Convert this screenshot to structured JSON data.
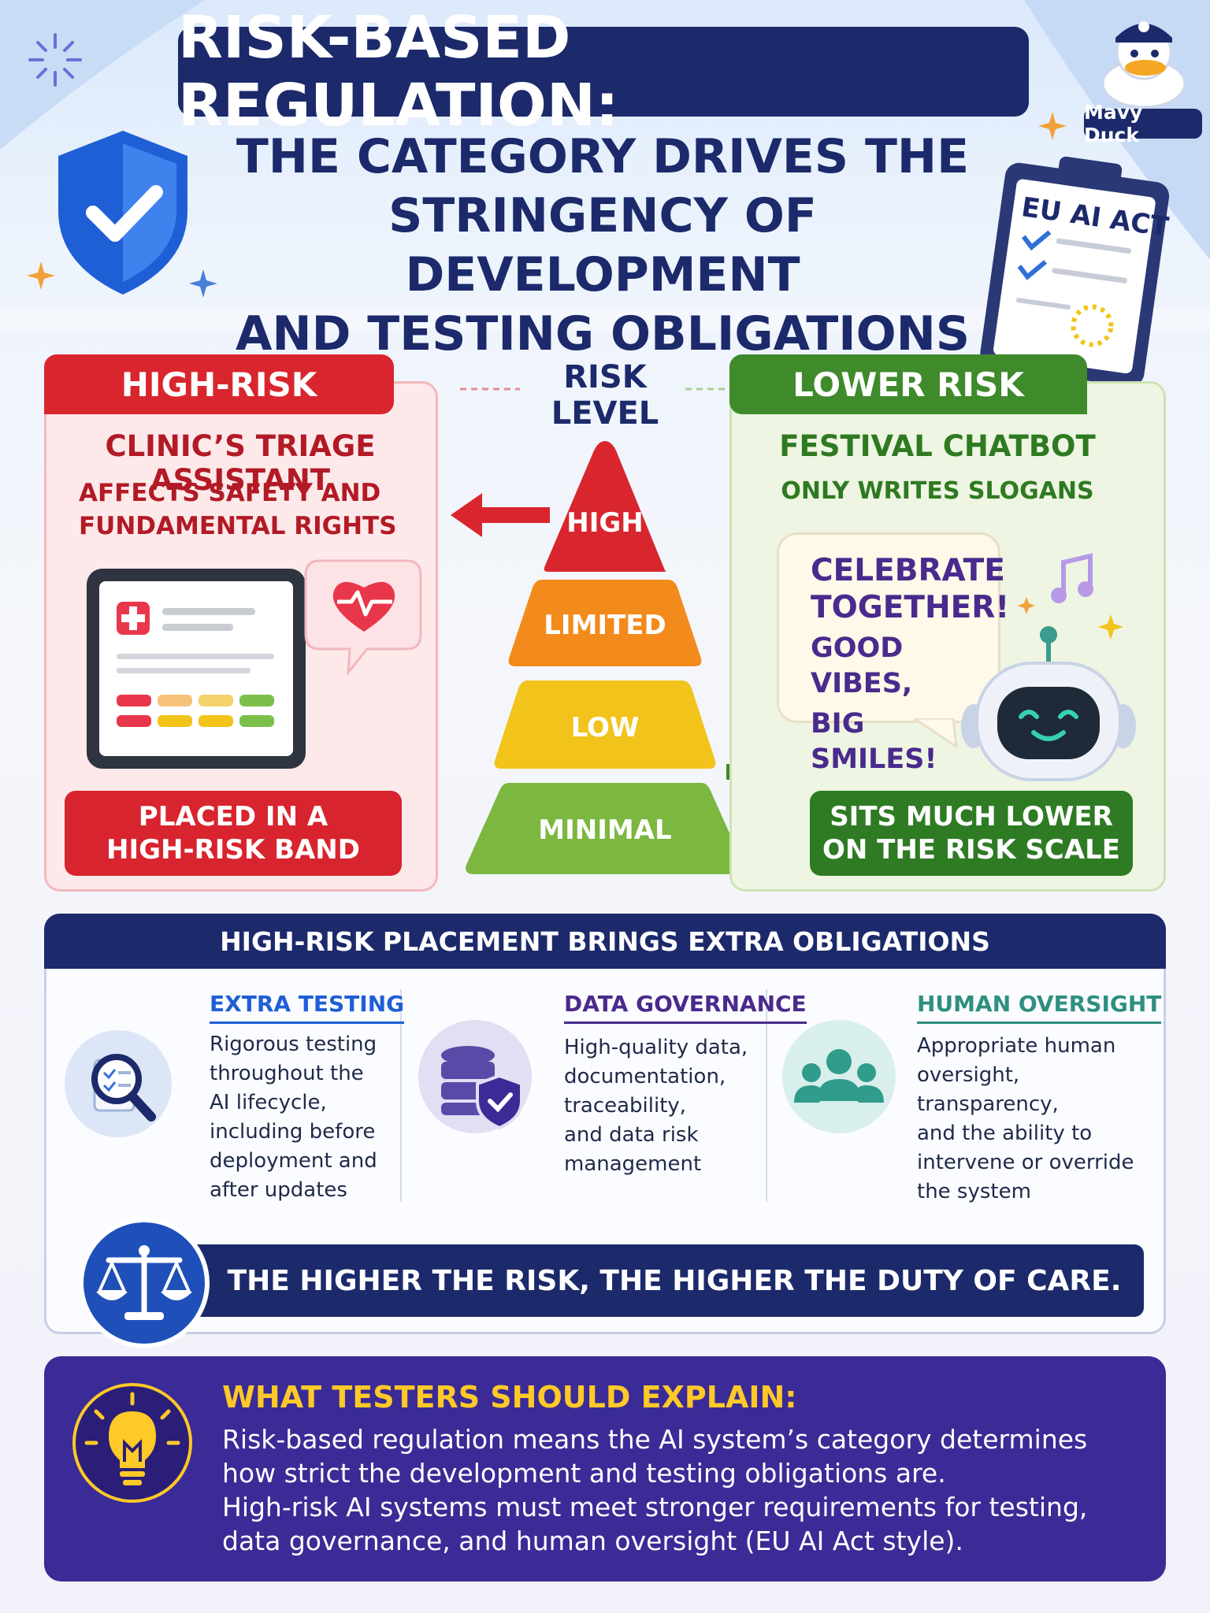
{
  "header": {
    "title": "RISK-BASED REGULATION:",
    "subtitle_lines": [
      "THE CATEGORY DRIVES THE",
      "STRINGENCY OF DEVELOPMENT",
      "AND TESTING OBLIGATIONS"
    ],
    "mascot_label": "Mavy Duck",
    "clipboard_label": "EU AI ACT"
  },
  "high_risk": {
    "tag": "HIGH-RISK",
    "title": "CLINIC’S TRIAGE ASSISTANT",
    "desc_lines": [
      "AFFECTS SAFETY AND",
      "FUNDAMENTAL RIGHTS"
    ],
    "band_lines": [
      "PLACED IN A",
      "HIGH-RISK BAND"
    ]
  },
  "risk_level": {
    "title_lines": [
      "RISK",
      "LEVEL"
    ],
    "tiers": [
      "HIGH",
      "LIMITED",
      "LOW",
      "MINIMAL"
    ],
    "tier_colors": [
      "#d9262e",
      "#f28a1c",
      "#f2c31a",
      "#7cb740"
    ]
  },
  "lower_risk": {
    "tag": "LOWER RISK",
    "title": "FESTIVAL CHATBOT",
    "desc": "ONLY WRITES SLOGANS",
    "bubble_lines_1": [
      "CELEBRATE",
      "TOGETHER!"
    ],
    "bubble_lines_2": [
      "GOOD VIBES,",
      "BIG SMILES!"
    ],
    "band_lines": [
      "SITS MUCH LOWER",
      "ON THE RISK SCALE"
    ]
  },
  "obligations": {
    "heading": "HIGH-RISK PLACEMENT BRINGS EXTRA OBLIGATIONS",
    "columns": [
      {
        "title": "EXTRA TESTING",
        "lines": [
          "Rigorous testing",
          "throughout the",
          "AI lifecycle,",
          "including before",
          "deployment and",
          "after updates"
        ]
      },
      {
        "title": "DATA GOVERNANCE",
        "lines": [
          "High-quality data,",
          "documentation,",
          "traceability,",
          "and data risk",
          "management"
        ]
      },
      {
        "title": "HUMAN OVERSIGHT",
        "lines": [
          "Appropriate human",
          "oversight,",
          "transparency,",
          "and the ability to",
          "intervene or override",
          "the system"
        ]
      }
    ],
    "duty": "THE HIGHER THE RISK, THE HIGHER THE DUTY OF CARE."
  },
  "testers": {
    "heading": "WHAT TESTERS SHOULD EXPLAIN:",
    "lines": [
      "Risk-based regulation means the AI system’s category determines",
      "how strict the development and testing obligations are.",
      "High-risk AI systems must meet stronger requirements for testing,",
      "data governance, and human oversight (EU AI Act style)."
    ]
  },
  "colors": {
    "navy": "#1c2a6b",
    "red": "#d9262e",
    "green": "#3f8a2b",
    "purple": "#3b2b96",
    "yellow": "#ffc928"
  }
}
